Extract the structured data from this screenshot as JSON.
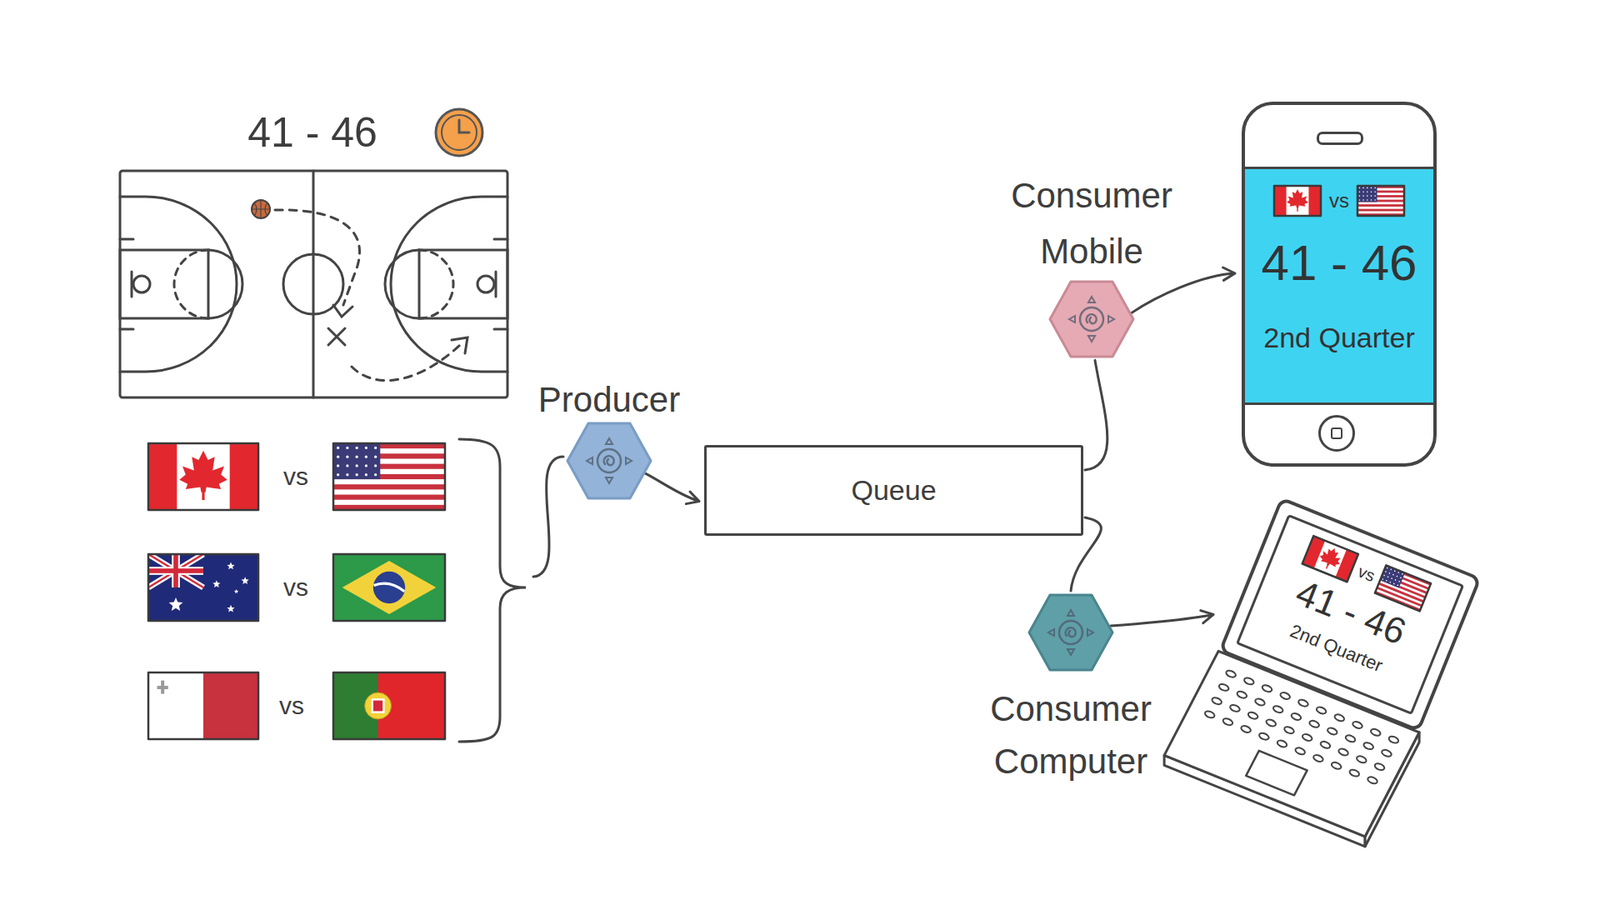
{
  "diagram": {
    "nodes": [
      {
        "text": [
          "Producer"
        ]
      },
      {
        "text": [
          "Queue"
        ]
      },
      {
        "text": [
          "Consumer Mobile"
        ]
      },
      {
        "text": [
          "vs",
          "41 - 46",
          "2nd Quarter"
        ]
      },
      {
        "text": [
          "Consumer Computer"
        ]
      },
      {
        "text": [
          "vs",
          "41 - 46",
          "2nd Quarter"
        ]
      }
    ],
    "edges": [
      {
        "from": 0,
        "to": 1,
        "arrow": "to"
      },
      {
        "from": 1,
        "to": 2,
        "arrow": "none"
      },
      {
        "from": 2,
        "to": 3,
        "arrow": "to"
      },
      {
        "from": 1,
        "to": 4,
        "arrow": "none"
      },
      {
        "from": 4,
        "to": 5,
        "arrow": "to"
      }
    ],
    "labels": [
      "41 - 46",
      "vs",
      "vs",
      "vs"
    ]
  }
}
